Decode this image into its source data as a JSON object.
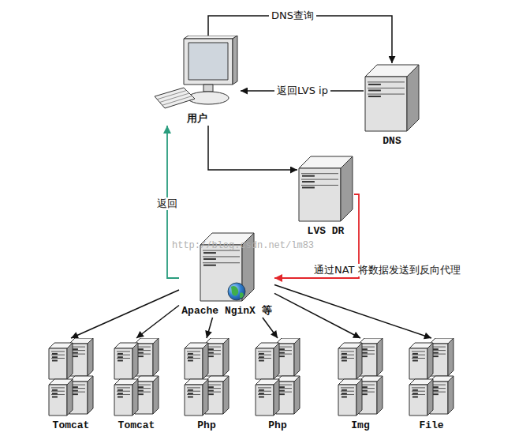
{
  "diagram": {
    "nodes": [
      {
        "text": [
          "用户"
        ]
      },
      {
        "text": [
          "DNS"
        ]
      },
      {
        "text": [
          "LVS DR"
        ]
      },
      {
        "text": [
          "Apache NginX 等"
        ]
      },
      {
        "text": [
          "Tomcat"
        ]
      },
      {
        "text": [
          "Tomcat"
        ]
      },
      {
        "text": [
          "Php"
        ]
      },
      {
        "text": [
          "Php"
        ]
      },
      {
        "text": [
          "Img"
        ]
      },
      {
        "text": [
          "File"
        ]
      }
    ],
    "edges": [
      {
        "from": 0,
        "to": 1,
        "label": "DNS查询",
        "arrow": "to"
      },
      {
        "from": 1,
        "to": 0,
        "label": "返回LVS ip",
        "arrow": "to"
      },
      {
        "from": 0,
        "to": 2,
        "arrow": "to"
      },
      {
        "from": 2,
        "to": 3,
        "label": "通过NAT 将数据发送到反向代理",
        "arrow": "to"
      },
      {
        "from": 3,
        "to": 0,
        "label": "返回",
        "arrow": "to"
      },
      {
        "from": 3,
        "to": 4,
        "arrow": "to"
      },
      {
        "from": 3,
        "to": 5,
        "arrow": "to"
      },
      {
        "from": 3,
        "to": 6,
        "arrow": "to"
      },
      {
        "from": 3,
        "to": 7,
        "arrow": "to"
      },
      {
        "from": 3,
        "to": 8,
        "arrow": "to"
      },
      {
        "from": 3,
        "to": 9,
        "arrow": "to"
      }
    ],
    "labels": [
      "http://blog.csdn.net/lm83"
    ]
  }
}
